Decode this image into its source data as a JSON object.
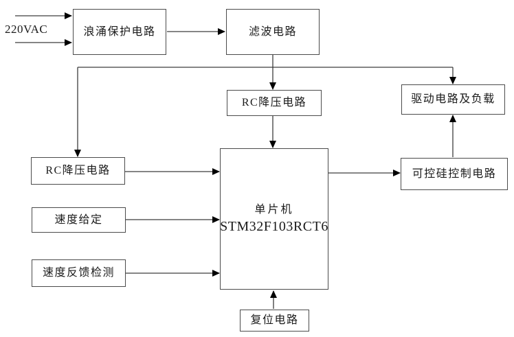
{
  "diagram": {
    "source_label": "220VAC",
    "blocks": {
      "surge": {
        "label": "浪涌保护电路"
      },
      "filter": {
        "label": "滤波电路"
      },
      "rc_buck_mid": {
        "label": "RC降压电路"
      },
      "drive_load": {
        "label": "驱动电路及负载"
      },
      "rc_buck_left": {
        "label": "RC降压电路"
      },
      "speed_set": {
        "label": "速度给定"
      },
      "speed_feedback": {
        "label": "速度反馈检测"
      },
      "mcu": {
        "label_line1": "单片机",
        "label_line2": "STM32F103RCT6"
      },
      "scr_control": {
        "label": "可控硅控制电路"
      },
      "reset": {
        "label": "复位电路"
      }
    },
    "colors": {
      "background": "#ffffff",
      "line": "#3c3c3c",
      "arrowhead": "#000000",
      "box_border": "#4a4a4a",
      "text": "#1a1a1a"
    }
  }
}
